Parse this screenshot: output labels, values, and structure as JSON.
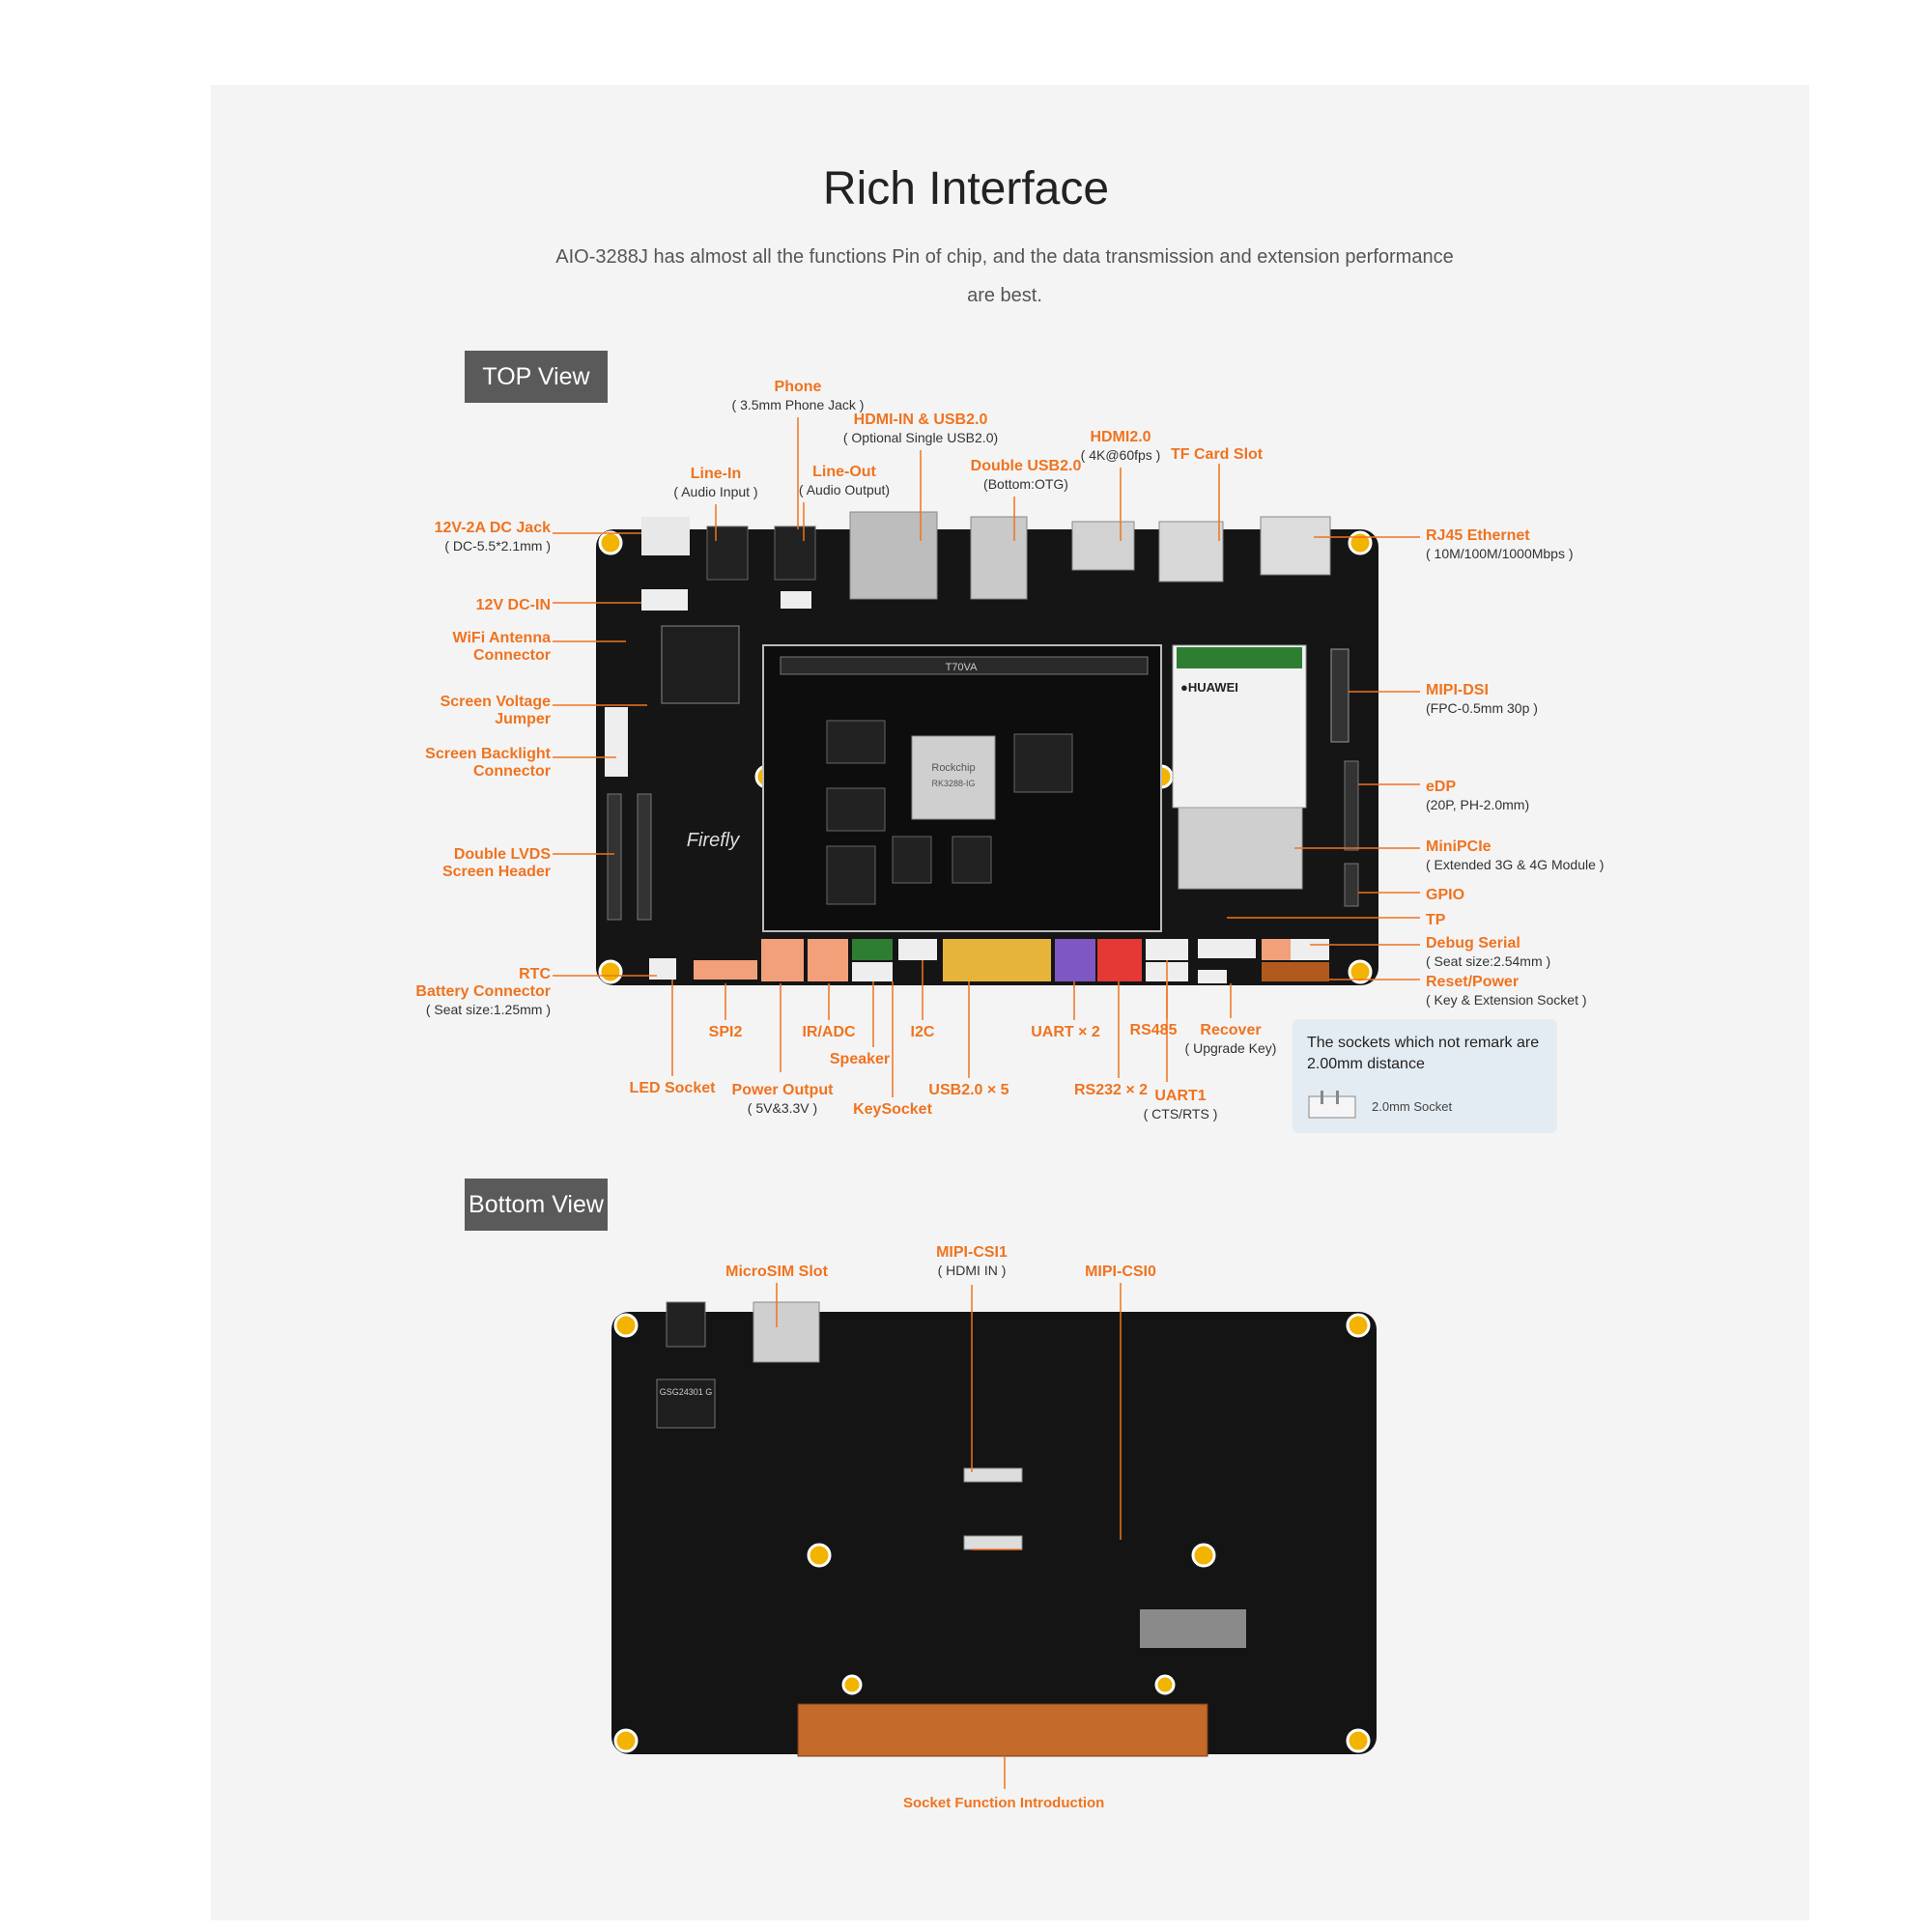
{
  "header": {
    "title": "Rich Interface",
    "subtitle": "AIO-3288J has almost all the functions Pin of chip, and the data transmission and extension performance are best."
  },
  "top_view": {
    "label": "TOP View",
    "labels": {
      "phone": {
        "title": "Phone",
        "sub": "( 3.5mm Phone Jack )"
      },
      "hdmi_in": {
        "title": "HDMI-IN & USB2.0",
        "sub": "( Optional Single USB2.0)"
      },
      "hdmi20": {
        "title": "HDMI2.0",
        "sub": "( 4K@60fps )"
      },
      "tf_card": {
        "title": "TF Card Slot"
      },
      "line_in": {
        "title": "Line-In",
        "sub": "( Audio Input )"
      },
      "line_out": {
        "title": "Line-Out",
        "sub": "( Audio Output)"
      },
      "double_usb": {
        "title": "Double USB2.0",
        "sub": "(Bottom:OTG)"
      },
      "dc_jack": {
        "title": "12V-2A DC Jack",
        "sub": "( DC-5.5*2.1mm )"
      },
      "dc_in": {
        "title": "12V DC-IN"
      },
      "wifi": {
        "title": "WiFi Antenna\nConnector"
      },
      "screen_voltage": {
        "title": "Screen Voltage\nJumper"
      },
      "screen_backlight": {
        "title": "Screen Backlight\nConnector"
      },
      "lvds": {
        "title": "Double LVDS\nScreen Header"
      },
      "rtc": {
        "title": "RTC\nBattery Connector",
        "sub": "( Seat size:1.25mm )"
      },
      "rj45": {
        "title": "RJ45 Ethernet",
        "sub": "( 10M/100M/1000Mbps )"
      },
      "mipi_dsi": {
        "title": "MIPI-DSI",
        "sub": "(FPC-0.5mm 30p )"
      },
      "edp": {
        "title": "eDP",
        "sub": "(20P, PH-2.0mm)"
      },
      "minipcie": {
        "title": "MiniPCIe",
        "sub": "( Extended 3G & 4G Module )"
      },
      "gpio": {
        "title": "GPIO"
      },
      "tp": {
        "title": "TP"
      },
      "debug": {
        "title": "Debug Serial",
        "sub": "( Seat size:2.54mm )"
      },
      "reset": {
        "title": "Reset/Power",
        "sub": "( Key & Extension Socket )"
      },
      "spi2": {
        "title": "SPI2"
      },
      "ir_adc": {
        "title": "IR/ADC"
      },
      "i2c": {
        "title": "I2C"
      },
      "uart2": {
        "title": "UART × 2"
      },
      "rs485": {
        "title": "RS485"
      },
      "recover": {
        "title": "Recover",
        "sub": "( Upgrade Key)"
      },
      "speaker": {
        "title": "Speaker"
      },
      "led": {
        "title": "LED Socket"
      },
      "power_out": {
        "title": "Power Output",
        "sub": "( 5V&3.3V )"
      },
      "keysocket": {
        "title": "KeySocket"
      },
      "usb5": {
        "title": "USB2.0 × 5"
      },
      "rs232": {
        "title": "RS232 × 2"
      },
      "uart1": {
        "title": "UART1",
        "sub": "( CTS/RTS )"
      }
    },
    "note": {
      "text": "The sockets which not remark are 2.00mm distance",
      "socket_label": "2.0mm Socket"
    },
    "board": {
      "chip_brand": "Rockchip",
      "chip_model": "RK3288-IG",
      "som_label": "T70VA",
      "logo": "Firefly",
      "module_brand": "●HUAWEI"
    }
  },
  "bottom_view": {
    "label": "Bottom View",
    "labels": {
      "microsim": {
        "title": "MicroSIM Slot"
      },
      "mipi_csi1": {
        "title": "MIPI-CSI1",
        "sub": "( HDMI IN )"
      },
      "mipi_csi0": {
        "title": "MIPI-CSI0"
      },
      "socket_intro": {
        "title": "Socket Function Introduction"
      }
    },
    "board": {
      "chip_label": "GSG24301 G"
    }
  },
  "colors": {
    "accent": "#f0731f",
    "board": "#151515",
    "panel": "#f4f4f4",
    "label_bg": "#5a5a5a"
  }
}
